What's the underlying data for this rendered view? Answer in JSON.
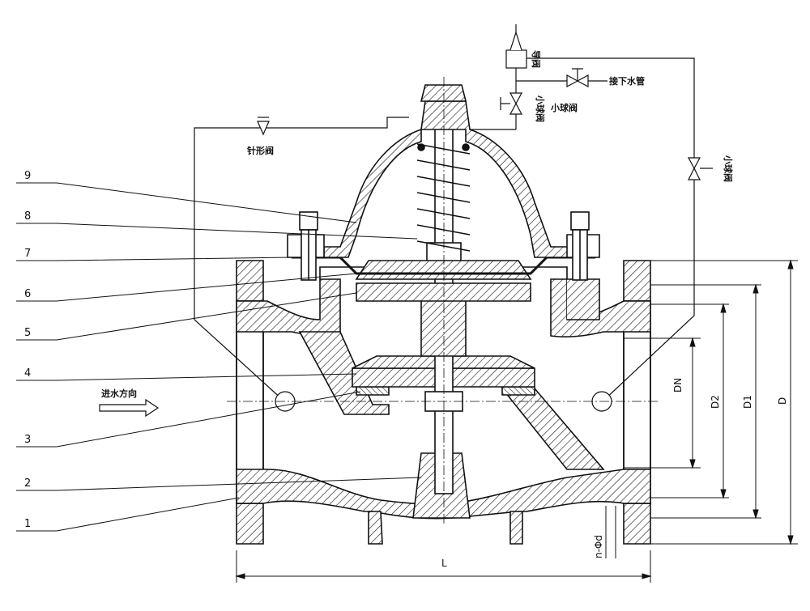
{
  "part_numbers": [
    "9",
    "8",
    "7",
    "6",
    "5",
    "4",
    "3",
    "2",
    "1"
  ],
  "labels": {
    "needle_valve": "针形阀",
    "drain_pipe": "接下水管",
    "ball_valve_1": "小球阀",
    "ball_valve_2": "小球阀",
    "ball_valve_3": "小球阀",
    "pilot_valve": "导阀",
    "flow_direction": "进水方向"
  },
  "dimensions": {
    "dn": "DN",
    "d2": "D2",
    "d1": "D1",
    "d": "D",
    "l": "L",
    "bolt_holes": "n-Φd"
  },
  "colors": {
    "line": "#111111",
    "background": "#ffffff"
  }
}
